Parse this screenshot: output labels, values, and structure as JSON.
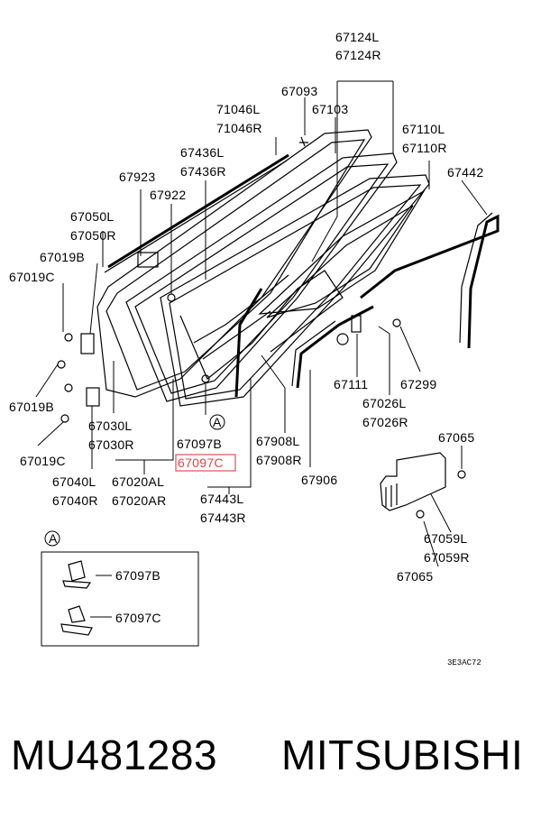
{
  "labels": {
    "p67124": [
      "67124L",
      "67124R"
    ],
    "p67093": "67093",
    "p71046": [
      "71046L",
      "71046R"
    ],
    "p67103": "67103",
    "p67110": [
      "67110L",
      "67110R"
    ],
    "p67436": [
      "67436L",
      "67436R"
    ],
    "p67923": "67923",
    "p67442": "67442",
    "p67922": "67922",
    "p67050": [
      "67050L",
      "67050R"
    ],
    "p67019b_top": "67019B",
    "p67019c_top": "67019C",
    "p67019b_bot": "67019B",
    "p67019c_bot": "67019C",
    "p67030": [
      "67030L",
      "67030R"
    ],
    "p67040": [
      "67040L",
      "67040R"
    ],
    "p67020": [
      "67020AL",
      "67020AR"
    ],
    "p67097b": "67097B",
    "p67097c": "67097C",
    "p67443": [
      "67443L",
      "67443R"
    ],
    "p67908": [
      "67908L",
      "67908R"
    ],
    "p67906": "67906",
    "p67111": "67111",
    "p67299": "67299",
    "p67026": [
      "67026L",
      "67026R"
    ],
    "p67065_top": "67065",
    "p67059": [
      "67059L",
      "67059R"
    ],
    "p67065_bot": "67065",
    "callout_a": "A",
    "detail_a": "A",
    "detail_67097b": "67097B",
    "detail_67097c": "67097C"
  },
  "diagram_code": "3E3AC72",
  "highlighted_part": "67097C",
  "colors": {
    "highlight": "#e04444",
    "line": "#000000"
  },
  "caption": {
    "part_number": "MU481283",
    "brand": "MITSUBISHI"
  }
}
